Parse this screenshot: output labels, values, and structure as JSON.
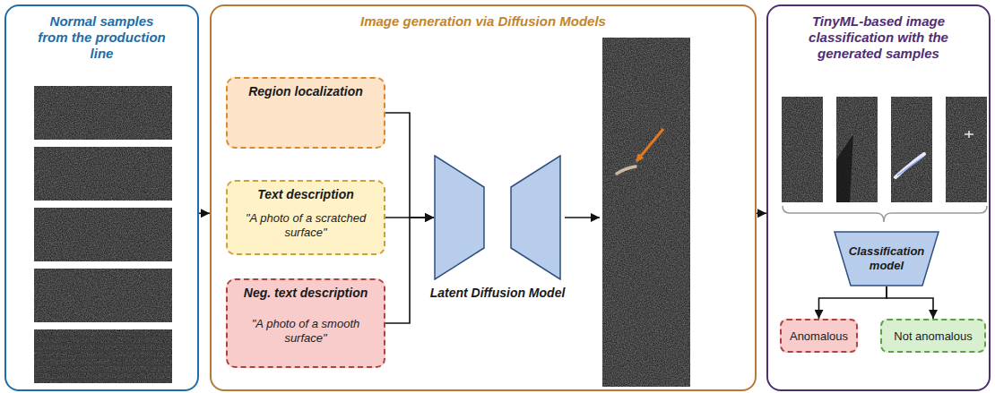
{
  "diagram": {
    "nodes": [
      {
        "text": [
          "Normal samples from the production line"
        ]
      },
      {
        "text": [
          "Image generation via Diffusion Models"
        ]
      },
      {
        "text": [
          "Region localization"
        ],
        "in": 1
      },
      {
        "text": [
          "Text description",
          "\"A photo of a scratched surface\""
        ],
        "in": 1
      },
      {
        "text": [
          "Neg. text description",
          "\"A photo of a smooth surface\""
        ],
        "in": 1
      },
      {
        "text": [
          "Latent Diffusion Model"
        ],
        "in": 1
      },
      {
        "text": [
          "TinyML-based image classification with the generated samples"
        ]
      },
      {
        "text": [
          "Classification model"
        ],
        "in": 6
      },
      {
        "text": [
          "Anomalous"
        ],
        "in": 6
      },
      {
        "text": [
          "Not anomalous"
        ],
        "in": 6
      }
    ],
    "edges": [
      {
        "from": 0,
        "to": 1,
        "arrow": "to"
      },
      {
        "from": 1,
        "to": 6,
        "arrow": "to"
      },
      {
        "from": 2,
        "to": 5,
        "arrow": "to"
      },
      {
        "from": 3,
        "to": 5,
        "arrow": "to"
      },
      {
        "from": 4,
        "to": 5,
        "arrow": "to"
      },
      {
        "from": 7,
        "to": 8,
        "arrow": "to"
      },
      {
        "from": 7,
        "to": 9,
        "arrow": "to"
      }
    ]
  }
}
